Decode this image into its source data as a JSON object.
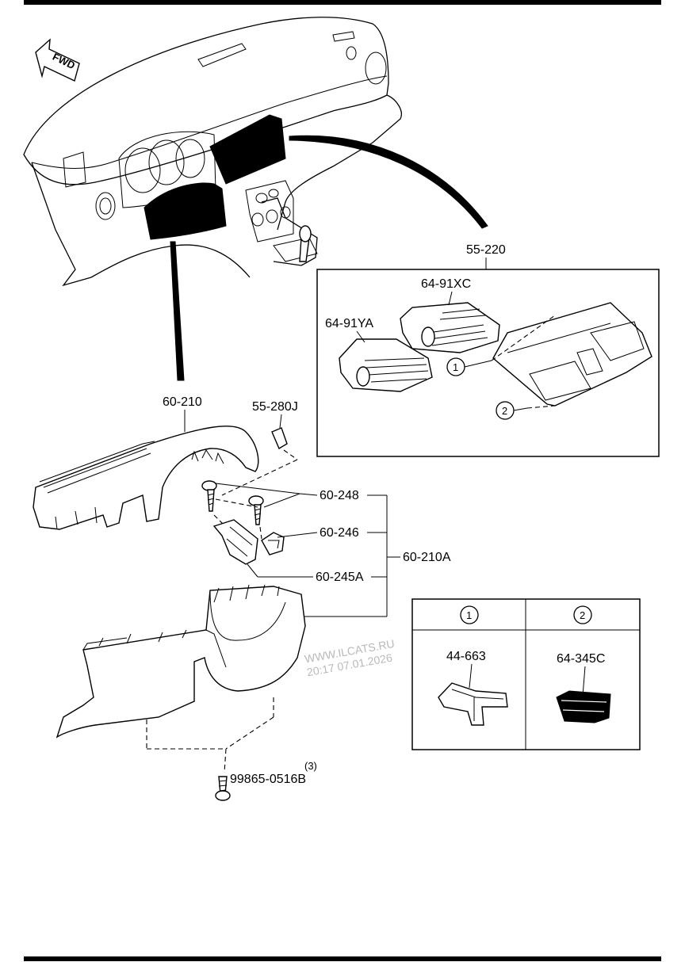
{
  "diagram": {
    "direction_marker": "FWD",
    "callouts": {
      "panel_assy": "55-220",
      "vent_right": "64-91XC",
      "vent_left": "64-91YA",
      "upper_column_cover": "60-210",
      "bulb": "55-280J",
      "screw": "60-248",
      "clip_part": "60-246",
      "bracket": "60-245A",
      "column_cover_set": "60-210A",
      "lower_screw": "99865-0516B",
      "lower_screw_qty": "(3)"
    },
    "ref_markers": [
      "1",
      "2"
    ],
    "detail_table": {
      "headers": [
        "1",
        "2"
      ],
      "cells": [
        "44-663",
        "64-345C"
      ]
    },
    "watermark": {
      "line1": "WWW.ILCATS.RU",
      "line2": "20:17 07.01.2026"
    }
  }
}
